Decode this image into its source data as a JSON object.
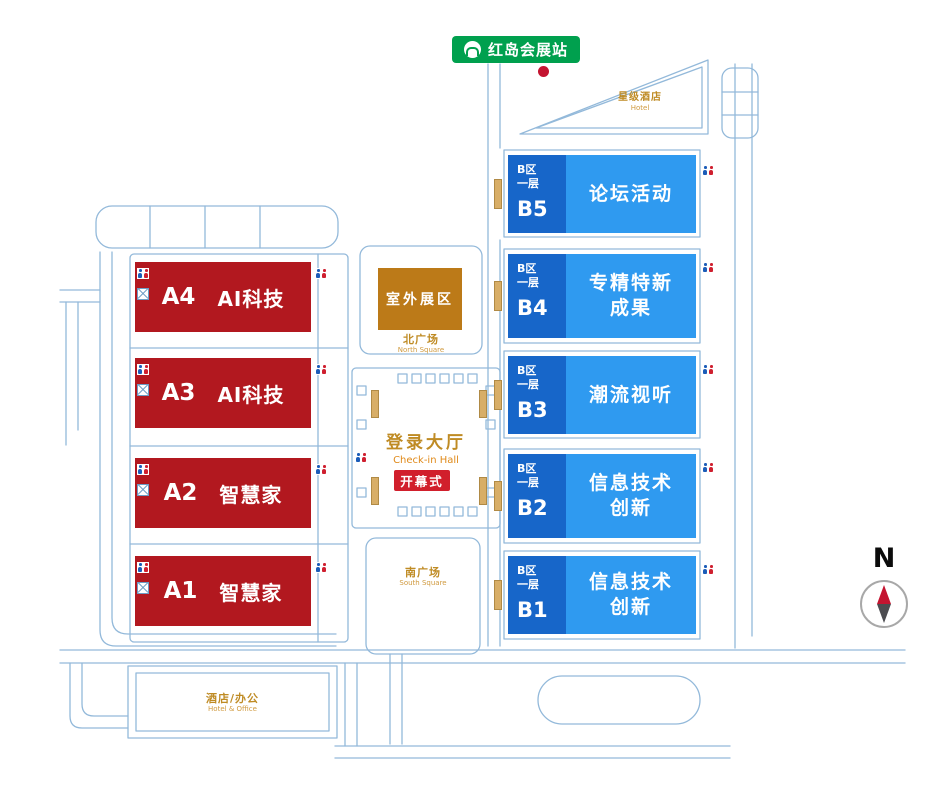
{
  "colors": {
    "hall_a_red": "#b2181f",
    "hall_b_side_blue": "#1766c9",
    "hall_b_main_blue": "#2f9af0",
    "outdoor_orange": "#bc7a18",
    "station_green": "#00a04e",
    "gold_text": "#bf8b24",
    "accent_red": "#c41430",
    "outline_blue": "#93b9da"
  },
  "station": {
    "label": "红岛会展站"
  },
  "hotel_top": {
    "label": "星级酒店",
    "sublabel": "Hotel"
  },
  "halls_a": [
    {
      "id": "A4",
      "name": "AI科技"
    },
    {
      "id": "A3",
      "name": "AI科技"
    },
    {
      "id": "A2",
      "name": "智慧家"
    },
    {
      "id": "A1",
      "name": "智慧家"
    }
  ],
  "halls_b": [
    {
      "id": "B5",
      "zone": "B区",
      "floor": "一层",
      "name": "论坛活动"
    },
    {
      "id": "B4",
      "zone": "B区",
      "floor": "一层",
      "name": "专精特新\n成果"
    },
    {
      "id": "B3",
      "zone": "B区",
      "floor": "一层",
      "name": "潮流视听"
    },
    {
      "id": "B2",
      "zone": "B区",
      "floor": "一层",
      "name": "信息技术\n创新"
    },
    {
      "id": "B1",
      "zone": "B区",
      "floor": "一层",
      "name": "信息技术\n创新"
    }
  ],
  "outdoor_zone": {
    "label": "室外展区"
  },
  "north_square": {
    "label": "北广场",
    "sublabel": "North Square"
  },
  "checkin_hall": {
    "label": "登录大厅",
    "sublabel": "Check-in Hall"
  },
  "opening": {
    "label": "开幕式"
  },
  "south_square": {
    "label": "南广场",
    "sublabel": "South Square"
  },
  "hotel_office": {
    "label": "酒店/办公",
    "sublabel": "Hotel & Office"
  },
  "compass": {
    "label": "N"
  }
}
